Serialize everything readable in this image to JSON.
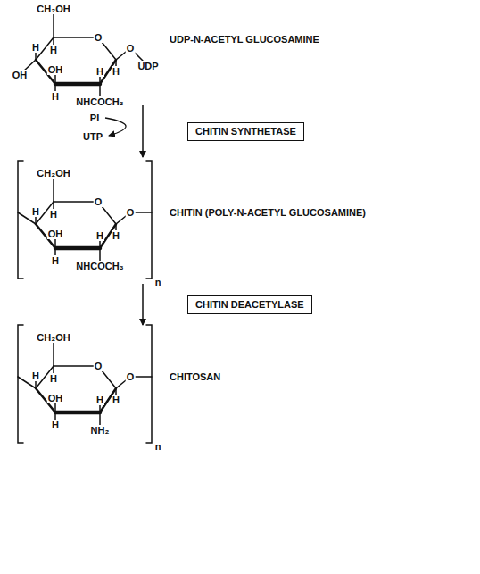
{
  "diagram": {
    "nodes": [
      {
        "text": [
          "CHITIN SYNTHETASE"
        ]
      },
      {
        "text": [
          "CHITIN DEACETYLASE"
        ]
      }
    ],
    "labels": [
      "CH₂OH",
      "H",
      "O",
      "H",
      "OH",
      "OH",
      "H",
      "H",
      "NHCOCH₃",
      "H",
      "O",
      "UDP",
      "UDP-N-ACETYL GLUCOSAMINE",
      "PI",
      "UTP",
      "CH₂OH",
      "H",
      "O",
      "H",
      "OH",
      "H",
      "H",
      "NHCOCH₃",
      "H",
      "O",
      "n",
      "CHITIN (POLY-N-ACETYL GLUCOSAMINE)",
      "CH₂OH",
      "H",
      "O",
      "H",
      "OH",
      "H",
      "H",
      "NH₂",
      "H",
      "O",
      "n",
      "CHITOSAN"
    ]
  }
}
